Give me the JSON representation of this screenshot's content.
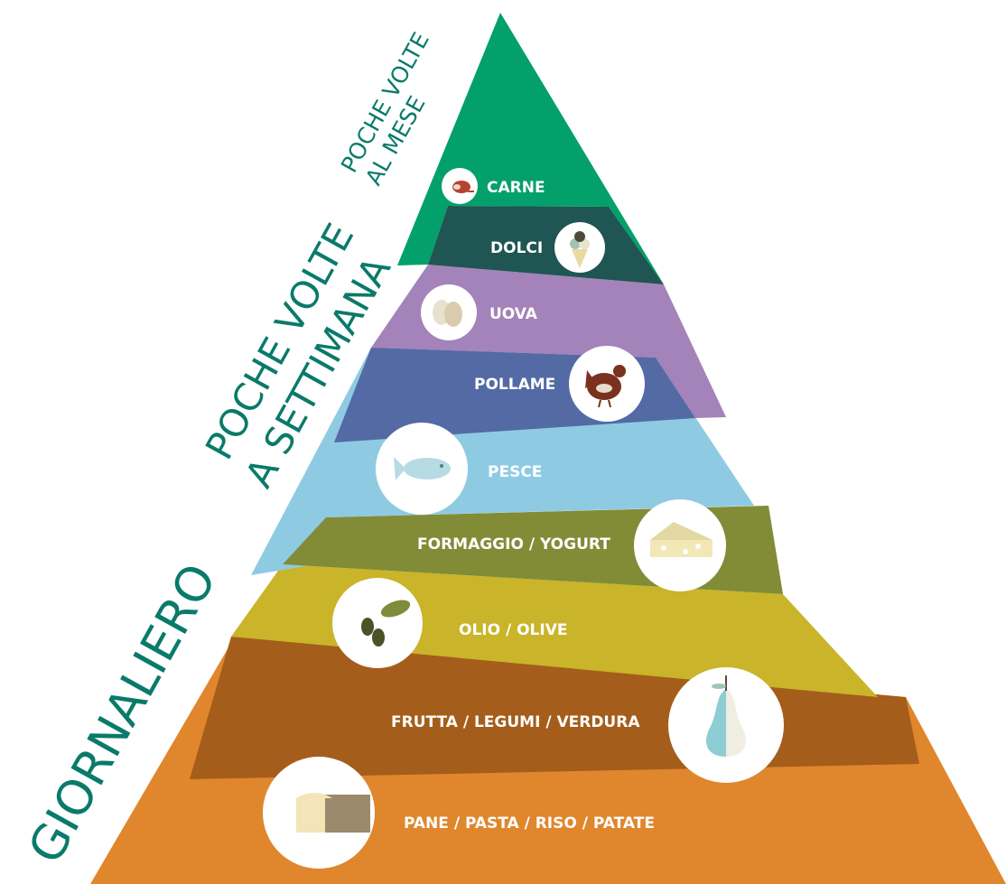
{
  "frequency_labels": {
    "daily": "GIORNALIERO",
    "weekly_line1": "POCHE VOLTE",
    "weekly_line2": "A SETTIMANA",
    "monthly_line1": "POCHE VOLTE",
    "monthly_line2": "AL MESE"
  },
  "tiers": [
    {
      "id": "carne",
      "label": "CARNE",
      "color": "#03a06c",
      "icon": "ham-icon"
    },
    {
      "id": "dolci",
      "label": "DOLCI",
      "color": "#1f5552",
      "icon": "ice-cream-icon"
    },
    {
      "id": "uova",
      "label": "UOVA",
      "color": "#a383b9",
      "icon": "eggs-icon"
    },
    {
      "id": "pollame",
      "label": "POLLAME",
      "color": "#536aa4",
      "icon": "chicken-icon"
    },
    {
      "id": "pesce",
      "label": "PESCE",
      "color": "#8ecbe3",
      "icon": "fish-icon"
    },
    {
      "id": "formaggio",
      "label": "FORMAGGIO / YOGURT",
      "color": "#828c37",
      "icon": "cheese-icon"
    },
    {
      "id": "olio",
      "label": "OLIO / OLIVE",
      "color": "#c9b42a",
      "icon": "olive-branch-icon"
    },
    {
      "id": "frutta",
      "label": "FRUTTA / LEGUMI / VERDURA",
      "color": "#a55d1b",
      "icon": "pear-icon"
    },
    {
      "id": "pane",
      "label": "PANE / PASTA / RISO / PATATE",
      "color": "#e0862c",
      "icon": "bread-icon"
    }
  ],
  "text_color": "#0a7a6a"
}
